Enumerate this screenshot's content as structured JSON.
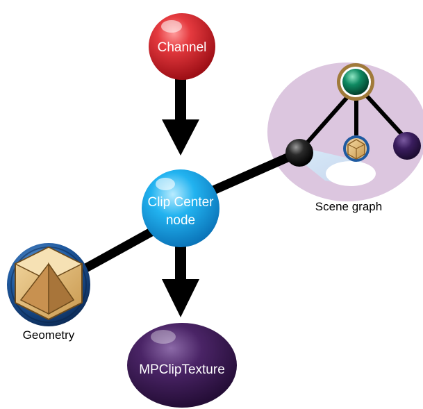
{
  "nodes": {
    "channel": {
      "label": "Channel"
    },
    "clip_center": {
      "line1": "Clip Center",
      "line2": "node"
    },
    "mpcliptexture": {
      "label": "MPClipTexture"
    },
    "geometry": {
      "caption": "Geometry"
    },
    "scene_graph": {
      "caption": "Scene graph"
    }
  },
  "colors": {
    "channel": "#d6252b",
    "clip_center": "#1aa6e8",
    "mpcliptexture": "#3d1c55",
    "geometry_ring": "#1d4f8f",
    "scene_bg": "#dcc6df",
    "connector": "#000000"
  }
}
